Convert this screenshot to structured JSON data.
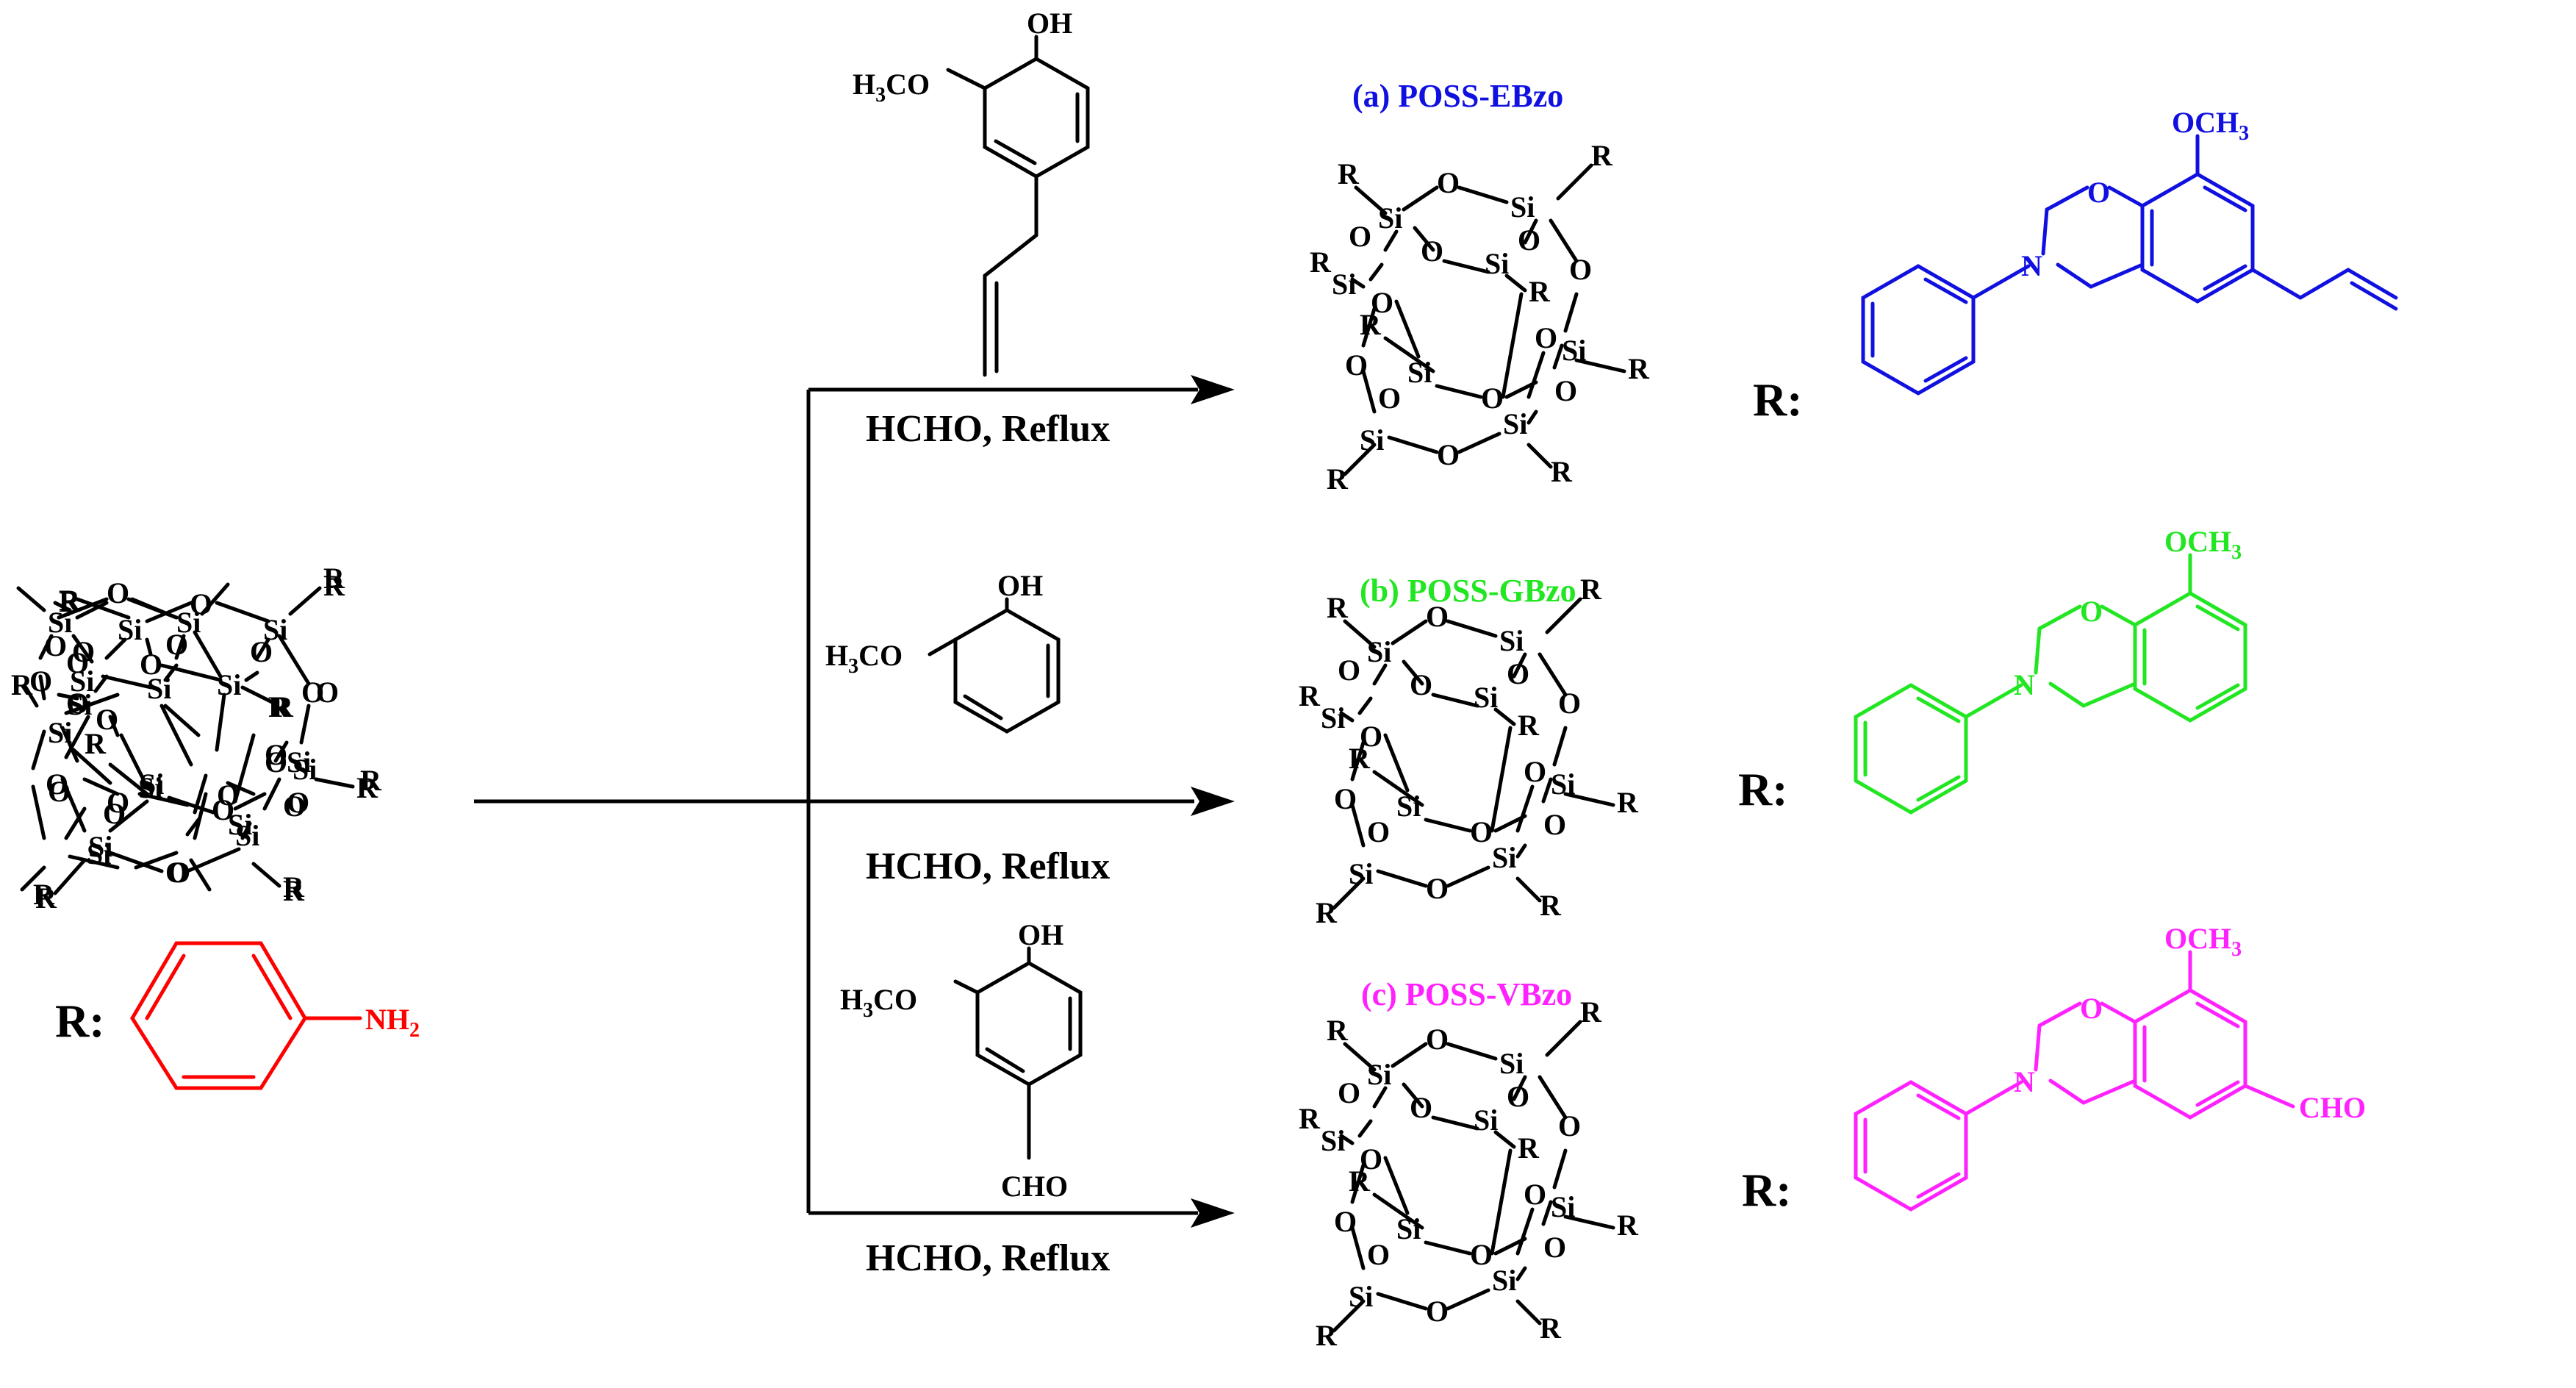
{
  "colors": {
    "black": "#000000",
    "red": "#ff0000",
    "blue": "#1010e0",
    "green": "#22e622",
    "magenta": "#ff22ff"
  },
  "poss_labels": {
    "si": "Si",
    "o": "O",
    "r": "R"
  },
  "starting_material": {
    "r_label": "R:",
    "nh2": "NH",
    "nh2_sub": "2"
  },
  "reagents": {
    "eugenol": {
      "oh": "OH",
      "h3co": "H",
      "h3co_sub": "3",
      "h3co_rest": "CO"
    },
    "guaiacol": {
      "oh": "OH",
      "h3co": "H",
      "h3co_sub": "3",
      "h3co_rest": "CO"
    },
    "vanillin": {
      "oh": "OH",
      "h3co": "H",
      "h3co_sub": "3",
      "h3co_rest": "CO",
      "cho": "CHO"
    }
  },
  "conditions": [
    "HCHO, Reflux",
    "HCHO, Reflux",
    "HCHO, Reflux"
  ],
  "products": [
    {
      "title": "(a) POSS-EBzo",
      "r_label": "R:",
      "och3": "OCH",
      "och3_sub": "3",
      "o": "O",
      "n": "N",
      "color": "#1010e0"
    },
    {
      "title": "(b) POSS-GBzo",
      "r_label": "R:",
      "och3": "OCH",
      "och3_sub": "3",
      "o": "O",
      "n": "N",
      "color": "#22e622"
    },
    {
      "title": "(c) POSS-VBzo",
      "r_label": "R:",
      "och3": "OCH",
      "och3_sub": "3",
      "o": "O",
      "n": "N",
      "cho": "CHO",
      "color": "#ff22ff"
    }
  ]
}
